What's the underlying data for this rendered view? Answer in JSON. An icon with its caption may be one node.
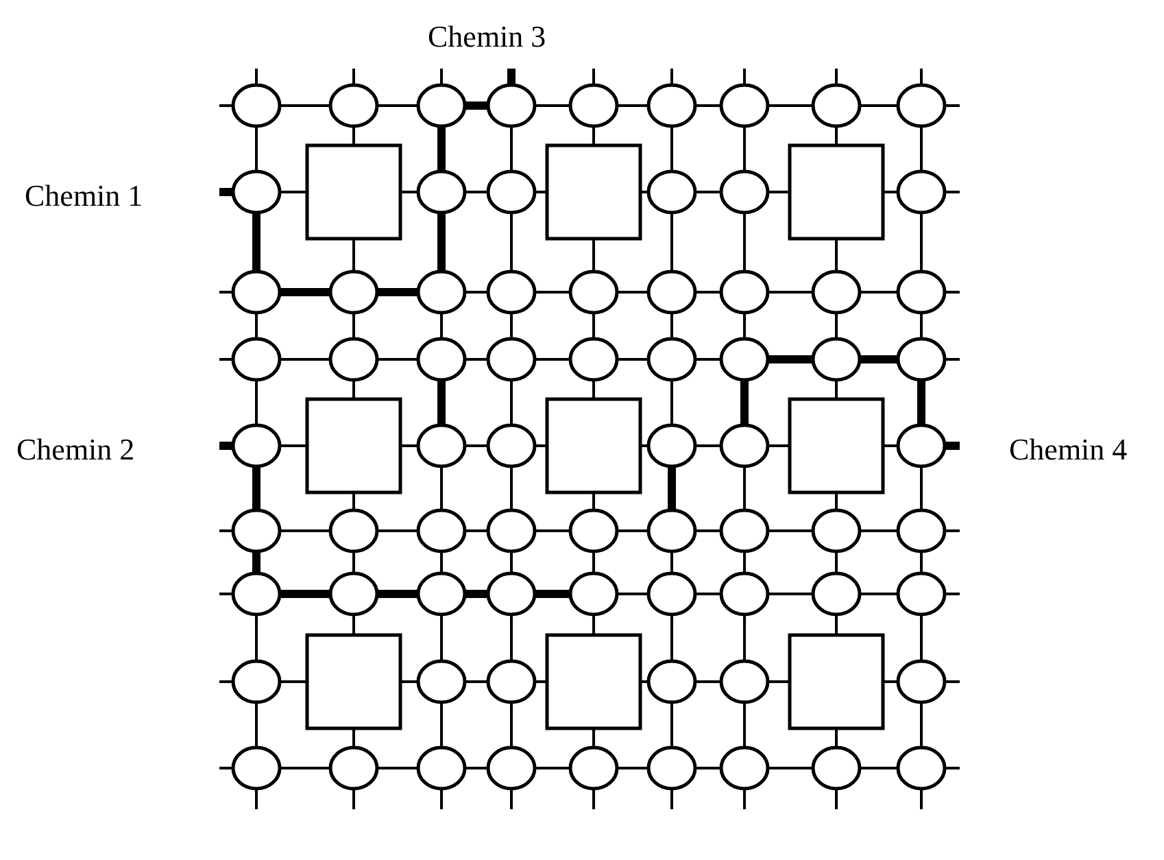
{
  "diagram": {
    "labels": [
      "Chemin 3",
      "Chemin 1",
      "Chemin 2",
      "Chemin 4"
    ]
  }
}
